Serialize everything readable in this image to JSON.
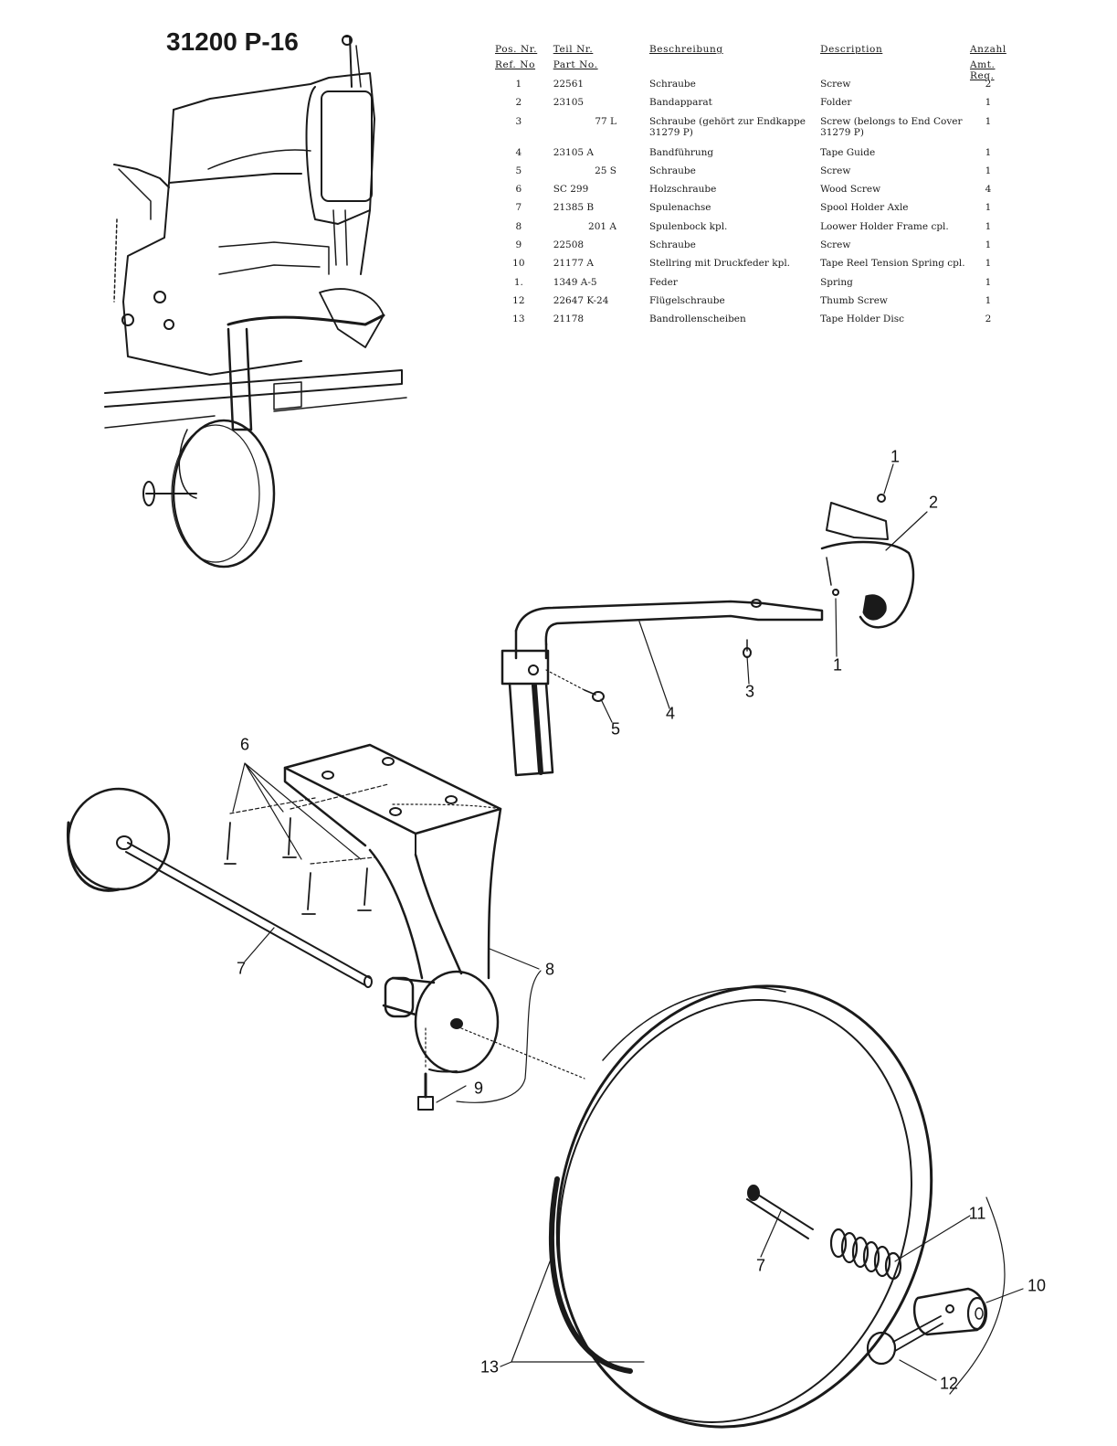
{
  "page_title": "31200 P-16",
  "table": {
    "headers": {
      "pos_de": "Pos. Nr.",
      "pos_en": "Ref. No",
      "part_de": "Teil Nr.",
      "part_en": "Part No.",
      "desc_de": "Beschreibung",
      "desc_en": "Description",
      "qty_de": "Anzahl",
      "qty_en": "Amt. Req."
    },
    "rows": [
      {
        "pos": "1",
        "part": "22561",
        "de": "Schraube",
        "en": "Screw",
        "qty": "2"
      },
      {
        "pos": "2",
        "part": "23105",
        "de": "Bandapparat",
        "en": "Folder",
        "qty": "1"
      },
      {
        "pos": "3",
        "part": "77 L",
        "de": "Schraube (gehört zur Endkappe 31279 P)",
        "en": "Screw (belongs to End Cover 31279 P)",
        "qty": "1"
      },
      {
        "pos": "4",
        "part": "23105 A",
        "de": "Bandführung",
        "en": "Tape Guide",
        "qty": "1"
      },
      {
        "pos": "5",
        "part": "25 S",
        "de": "Schraube",
        "en": "Screw",
        "qty": "1"
      },
      {
        "pos": "6",
        "part": "SC 299",
        "de": "Holzschraube",
        "en": "Wood Screw",
        "qty": "4"
      },
      {
        "pos": "7",
        "part": "21385 B",
        "de": "Spulenachse",
        "en": "Spool Holder Axle",
        "qty": "1"
      },
      {
        "pos": "8",
        "part": "201 A",
        "de": "Spulenbock kpl.",
        "en": "Loower Holder Frame cpl.",
        "qty": "1"
      },
      {
        "pos": "9",
        "part": "22508",
        "de": "Schraube",
        "en": "Screw",
        "qty": "1"
      },
      {
        "pos": "10",
        "part": "21177 A",
        "de": "Stellring mit Druckfeder kpl.",
        "en": "Tape Reel Tension Spring cpl.",
        "qty": "1"
      },
      {
        "pos": "1.",
        "part": "1349 A-5",
        "de": "Feder",
        "en": "Spring",
        "qty": "1"
      },
      {
        "pos": "12",
        "part": "22647 K-24",
        "de": "Flügelschraube",
        "en": "Thumb Screw",
        "qty": "1"
      },
      {
        "pos": "13",
        "part": "21178",
        "de": "Bandrollenscheiben",
        "en": "Tape Holder Disc",
        "qty": "2"
      }
    ]
  },
  "callouts": {
    "c1a": "1",
    "c2": "2",
    "c1b": "1",
    "c3": "3",
    "c4": "4",
    "c5": "5",
    "c6": "6",
    "c7a": "7",
    "c8": "8",
    "c9": "9",
    "c7b": "7",
    "c11": "11",
    "c10": "10",
    "c12": "12",
    "c13": "13"
  },
  "colors": {
    "ink": "#1a1a1a",
    "paper": "#ffffff"
  }
}
